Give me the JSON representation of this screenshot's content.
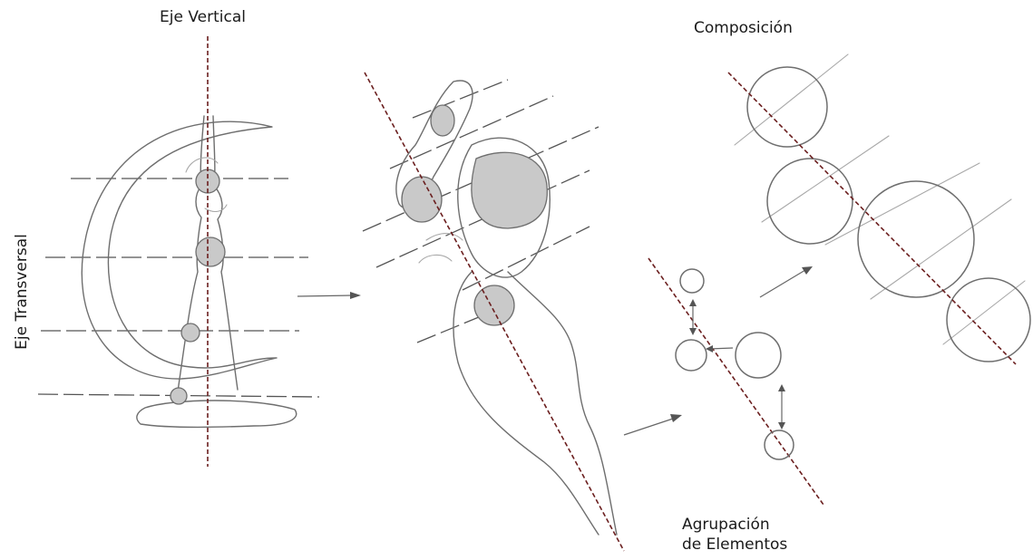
{
  "labels": {
    "eje_vertical": "Eje Vertical",
    "eje_transversal": "Eje Transversal",
    "composicion": "Composición",
    "agrupacion_line1": "Agrupación",
    "agrupacion_line2": "de Elementos"
  },
  "colors": {
    "axis_line": "#6b1f1f",
    "pencil": "#6e6e6e",
    "shading": "#c9c9c9",
    "background": "#ffffff"
  }
}
